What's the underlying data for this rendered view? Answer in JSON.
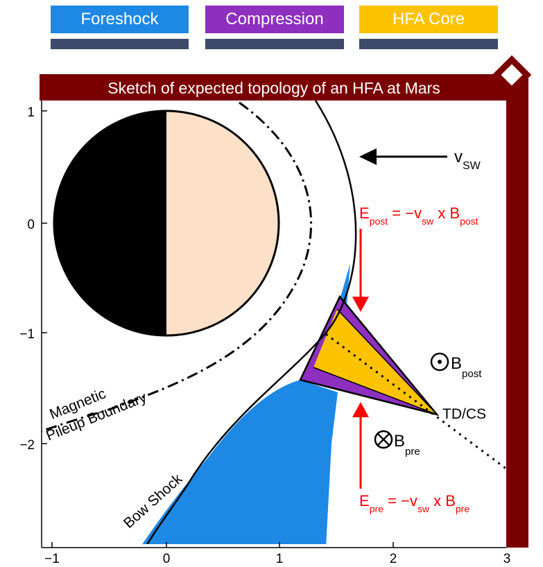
{
  "legend": [
    {
      "label": "Foreshock",
      "color": "#1e88e5"
    },
    {
      "label": "Compression",
      "color": "#8e2fc0"
    },
    {
      "label": "HFA Core",
      "color": "#fdc300"
    }
  ],
  "title": "Sketch of expected topology of an HFA at Mars",
  "axes": {
    "x_ticks": [
      "−1",
      "0",
      "1",
      "2",
      "3"
    ],
    "y_ticks": [
      "1",
      "0",
      "−1",
      "−2"
    ]
  },
  "labels": {
    "vsw_main": "v",
    "vsw_sub": "SW",
    "epost_a": "E",
    "epost_b": "post",
    "epost_c": " = −v",
    "epost_d": "sw",
    "epost_e": " x B",
    "epost_f": "post",
    "bpost_main": "B",
    "bpost_sub": "post",
    "tdcs": "TD/CS",
    "bpre_main": "B",
    "bpre_sub": "pre",
    "epre_a": "E",
    "epre_b": "pre",
    "epre_c": " = −v",
    "epre_d": "sw",
    "epre_e": " x B",
    "epre_f": "pre",
    "mpb_line1": "Magnetic",
    "mpb_line2": "Pileup Boundary",
    "bow_shock": "Bow Shock"
  },
  "colors": {
    "frame": "#7a0000",
    "foreshock": "#1e88e5",
    "compression": "#8e2fc0",
    "core": "#fdc300",
    "planet_night": "#000000",
    "planet_day": "#fde0c8",
    "electric_field": "#ff0000"
  }
}
